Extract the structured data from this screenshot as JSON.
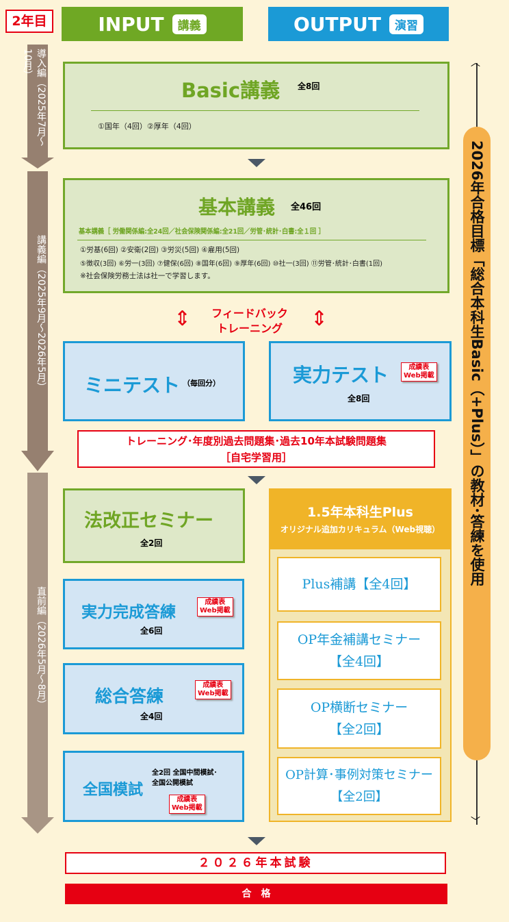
{
  "year_badge": "2年目",
  "input": {
    "label": "INPUT",
    "tag": "講義",
    "color": "#6fa824"
  },
  "output": {
    "label": "OUTPUT",
    "tag": "演習",
    "color": "#1b9ad6"
  },
  "phases": [
    {
      "label": "導入編（2025年7月～10月）"
    },
    {
      "label": "講義編（2025年9月～2026年5月）"
    },
    {
      "label": "直前編（2026年5月～8月）"
    }
  ],
  "basic": {
    "title": "Basic講義",
    "count": "全8回",
    "items": "①国年（4回）②厚年（4回）"
  },
  "kihon": {
    "title": "基本講義",
    "count": "全46回",
    "sub": "基本講義［ 労働関係編:全24回／社会保険関係編:全21回／労管･統計･白書:全１回 ］",
    "line1": "①労基(6回) ②安衛(2回) ③労災(5回) ④雇用(5回)",
    "line2": "⑤徴収(3回) ⑥労一(3回) ⑦健保(6回) ⑧国年(6回) ⑨厚年(6回) ⑩社一(3回) ⑪労管･統計･白書(1回)",
    "note": "※社会保険労務士法は社一で学習します。"
  },
  "feedback": {
    "line1": "フィードバック",
    "line2": "トレーニング"
  },
  "mini": {
    "title": "ミニテスト",
    "note": "（毎回分）"
  },
  "jitsuryoku": {
    "title": "実力テスト",
    "count": "全8回"
  },
  "web_badge": {
    "line1": "成績表",
    "line2": "Web掲載"
  },
  "training": {
    "line1": "トレーニング･年度別過去問題集･過去10年本試験問題集",
    "line2": "［自宅学習用］"
  },
  "hokaisei": {
    "title": "法改正セミナー",
    "count": "全2回"
  },
  "kansei": {
    "title": "実力完成答練",
    "count": "全6回"
  },
  "sogo": {
    "title": "総合答練",
    "count": "全4回"
  },
  "zenkoku": {
    "title": "全国模試",
    "line1": "全2回 全国中間模試･",
    "line2": "全国公開模試"
  },
  "plus": {
    "title": "1.5年本科生Plus",
    "subtitle": "オリジナル追加カリキュラム（Web視聴）",
    "items": [
      {
        "l1": "Plus補講【全4回】",
        "l2": ""
      },
      {
        "l1": "OP年金補講セミナー",
        "l2": "【全4回】"
      },
      {
        "l1": "OP横断セミナー",
        "l2": "【全2回】"
      },
      {
        "l1": "OP計算･事例対策セミナー",
        "l2": "【全2回】"
      }
    ]
  },
  "side": "2026年合格目標「総合本科生Basic（+Plus）」の教材･答練を使用",
  "exam": "２０２６年本試験",
  "pass": "合　格"
}
